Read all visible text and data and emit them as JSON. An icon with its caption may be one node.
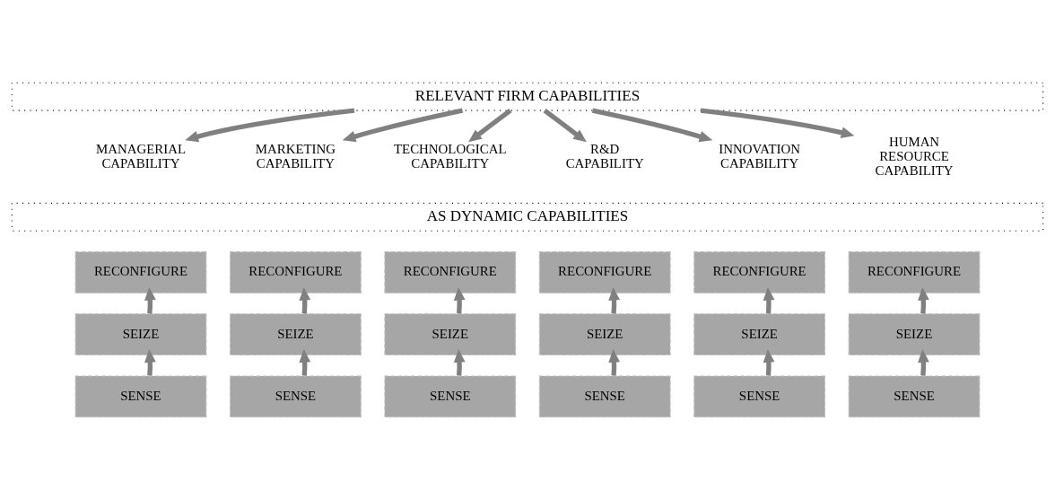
{
  "diagram": {
    "nodes": [
      {
        "text": [
          "RELEVANT FIRM CAPABILITIES"
        ]
      },
      {
        "text": [
          "MANAGERIAL CAPABILITY"
        ]
      },
      {
        "text": [
          "MARKETING CAPABILITY"
        ]
      },
      {
        "text": [
          "TECHNOLOGICAL CAPABILITY"
        ]
      },
      {
        "text": [
          "R&D CAPABILITY"
        ]
      },
      {
        "text": [
          "INNOVATION CAPABILITY"
        ]
      },
      {
        "text": [
          "HUMAN RESOURCE CAPABILITY"
        ]
      },
      {
        "text": [
          "AS DYNAMIC CAPABILITIES"
        ]
      },
      {
        "text": [
          "RECONFIGURE"
        ]
      },
      {
        "text": [
          "RECONFIGURE"
        ]
      },
      {
        "text": [
          "RECONFIGURE"
        ]
      },
      {
        "text": [
          "RECONFIGURE"
        ]
      },
      {
        "text": [
          "RECONFIGURE"
        ]
      },
      {
        "text": [
          "RECONFIGURE"
        ]
      },
      {
        "text": [
          "SEIZE"
        ]
      },
      {
        "text": [
          "SEIZE"
        ]
      },
      {
        "text": [
          "SEIZE"
        ]
      },
      {
        "text": [
          "SEIZE"
        ]
      },
      {
        "text": [
          "SEIZE"
        ]
      },
      {
        "text": [
          "SEIZE"
        ]
      },
      {
        "text": [
          "SENSE"
        ]
      },
      {
        "text": [
          "SENSE"
        ]
      },
      {
        "text": [
          "SENSE"
        ]
      },
      {
        "text": [
          "SENSE"
        ]
      },
      {
        "text": [
          "SENSE"
        ]
      },
      {
        "text": [
          "SENSE"
        ]
      }
    ],
    "edges": [
      {
        "from": 0,
        "to": 1,
        "arrow": "to"
      },
      {
        "from": 0,
        "to": 2,
        "arrow": "to"
      },
      {
        "from": 0,
        "to": 3,
        "arrow": "to"
      },
      {
        "from": 0,
        "to": 4,
        "arrow": "to"
      },
      {
        "from": 0,
        "to": 5,
        "arrow": "to"
      },
      {
        "from": 0,
        "to": 6,
        "arrow": "to"
      },
      {
        "from": 14,
        "to": 8,
        "arrow": "to"
      },
      {
        "from": 15,
        "to": 9,
        "arrow": "to"
      },
      {
        "from": 16,
        "to": 10,
        "arrow": "to"
      },
      {
        "from": 17,
        "to": 11,
        "arrow": "to"
      },
      {
        "from": 18,
        "to": 12,
        "arrow": "to"
      },
      {
        "from": 19,
        "to": 13,
        "arrow": "to"
      },
      {
        "from": 20,
        "to": 14,
        "arrow": "to"
      },
      {
        "from": 21,
        "to": 15,
        "arrow": "to"
      },
      {
        "from": 22,
        "to": 16,
        "arrow": "to"
      },
      {
        "from": 23,
        "to": 17,
        "arrow": "to"
      },
      {
        "from": 24,
        "to": 18,
        "arrow": "to"
      },
      {
        "from": 25,
        "to": 19,
        "arrow": "to"
      }
    ]
  }
}
